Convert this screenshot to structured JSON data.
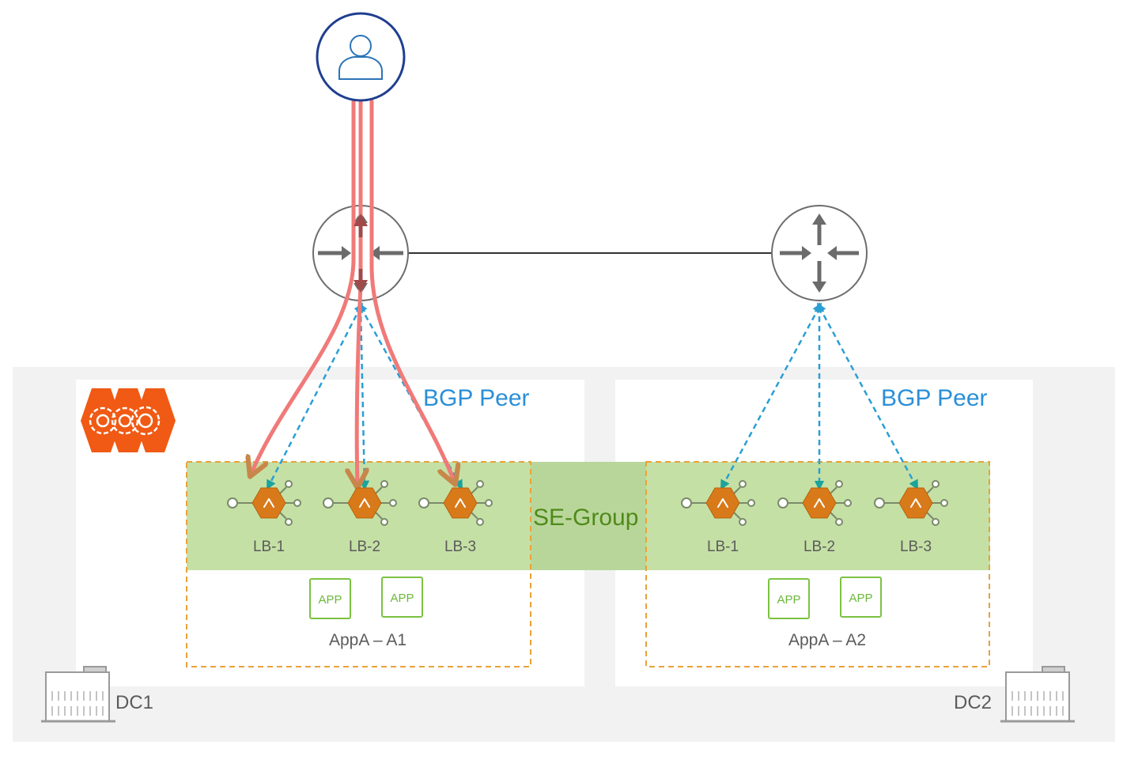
{
  "colors": {
    "outer_bg": "#f2f2f2",
    "panel_bg": "#ffffff",
    "se_group_fill": "#c5e0a5",
    "dashed_border": "#e8a23a",
    "user_ring": "#1f3f8f",
    "user_glyph": "#2c74b8",
    "router_ring": "#6d6d6d",
    "router_arrow": "#6b6b6b",
    "traffic_line": "#f07a78",
    "traffic_arrowhead": "#c8874a",
    "bgp_line": "#2a9fd4",
    "bgp_text": "#2a8fd8",
    "se_group_text": "#4f8a1a",
    "lb_hex": "#d97a1a",
    "lb_link": "#7a8a6a",
    "app_border": "#7cc242",
    "app_text": "#6cb83a",
    "label_text": "#5b5b5b",
    "controller": "#f05a14"
  },
  "icons": {
    "user": "user-icon",
    "router": "router-icon",
    "controller": "controller-cluster-icon",
    "building": "datacenter-building-icon",
    "lb": "load-balancer-icon",
    "app": "app-box-icon"
  },
  "labels": {
    "bgp_peer_dc1": "BGP Peer",
    "bgp_peer_dc2": "BGP Peer",
    "se_group": "SE-Group",
    "dc1": "DC1",
    "dc2": "DC2",
    "app_badge": "APP"
  },
  "dc1": {
    "lbs": [
      "LB-1",
      "LB-2",
      "LB-3"
    ],
    "apps": [
      "APP",
      "APP"
    ],
    "app_group": "AppA – A1"
  },
  "dc2": {
    "lbs": [
      "LB-1",
      "LB-2",
      "LB-3"
    ],
    "apps": [
      "APP",
      "APP"
    ],
    "app_group": "AppA – A2"
  }
}
